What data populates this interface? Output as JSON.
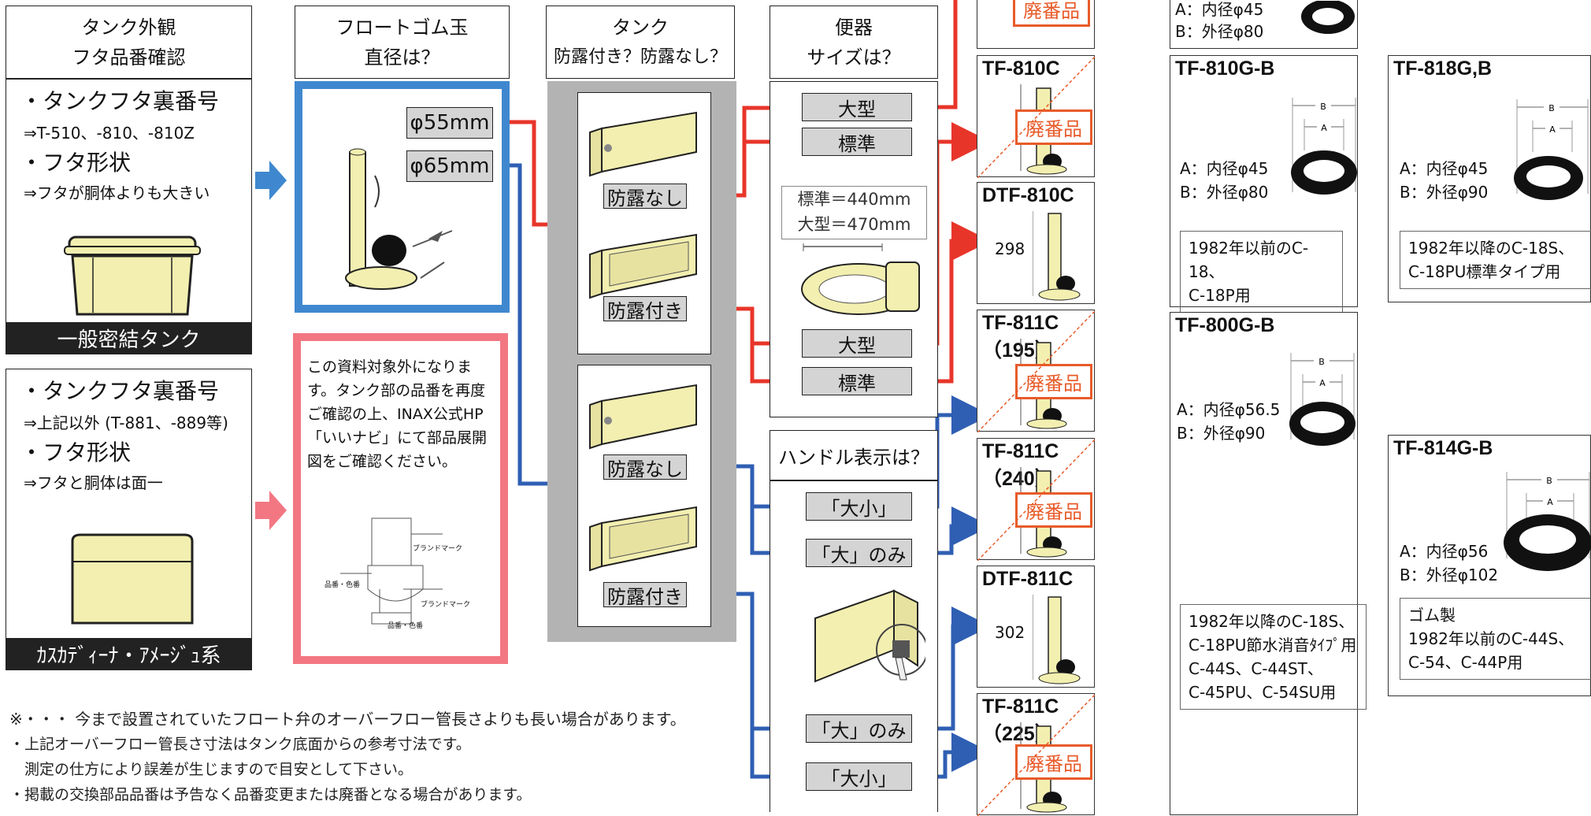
{
  "col1": {
    "header": [
      "タンク外観",
      "フタ品番確認"
    ],
    "top": {
      "line1": "・タンクフタ裏番号",
      "line2": "⇒T-510、-810、-810Z",
      "line3": "・フタ形状",
      "line4": "⇒フタが胴体よりも大きい",
      "label": "一般密結タンク"
    },
    "bottom": {
      "line1": "・タンクフタ裏番号",
      "line2": "⇒上記以外 (T-881、-889等)",
      "line3": "・フタ形状",
      "line4": "⇒フタと胴体は面一",
      "label": "ｶｽｶﾃﾞｨｰﾅ・ｱﾒｰｼﾞｭ系"
    }
  },
  "col2": {
    "header": [
      "フロートゴム玉",
      "直径は？"
    ],
    "d55": "φ55mm",
    "d65": "φ65mm",
    "notice": "この資料対象外になります。タンク部の品番を再度ご確認の上、INAX公式HP「いいナビ」にて部品展開図をご確認ください。",
    "brand_mark_1": "ブランドマーク",
    "brand_mark_2": "ブランドマーク",
    "model_label_1": "品番・色番",
    "model_label_2": "品番・色番"
  },
  "col3": {
    "header": [
      "タンク",
      "防露付き？防露なし？"
    ],
    "no_dew_1": "防露なし",
    "dew_1": "防露付き",
    "no_dew_2": "防露なし",
    "dew_2": "防露付き"
  },
  "col4": {
    "header": [
      "便器",
      "サイズは？"
    ],
    "large_1": "大型",
    "standard_1": "標準",
    "size_std": "標準＝440mm",
    "size_large": "大型＝470mm",
    "large_2": "大型",
    "standard_2": "標準",
    "handle_header": "ハンドル表示は？",
    "daisho_1": "「大小」",
    "dai_only_1": "「大」のみ",
    "dai_only_2": "「大」のみ",
    "daisho_2": "「大小」"
  },
  "col5": {
    "items": [
      {
        "title": "",
        "haiban": "廃番品",
        "dim": ""
      },
      {
        "title": "TF-810C",
        "haiban": "廃番品",
        "dim": ""
      },
      {
        "title": "DTF-810C",
        "haiban": "",
        "dim": "298"
      },
      {
        "title": "TF-811C（195）",
        "haiban": "廃番品",
        "dim": ""
      },
      {
        "title": "TF-811C（240）",
        "haiban": "廃番品",
        "dim": ""
      },
      {
        "title": "DTF-811C",
        "haiban": "",
        "dim": "302"
      },
      {
        "title": "TF-811C（225）",
        "haiban": "廃番品",
        "dim": ""
      }
    ]
  },
  "col6": {
    "top": {
      "a": "A：内径φ45",
      "b": "B：外径φ80"
    },
    "tf810g": {
      "title": "TF-810G-B",
      "a": "A：内径φ45",
      "b": "B：外径φ80",
      "note": [
        "1982年以前のC-18、",
        "C-18P用"
      ]
    },
    "tf800g": {
      "title": "TF-800G-B",
      "a": "A：内径φ56.5",
      "b": "B：外径φ90",
      "note": [
        "1982年以降のC-18S、",
        "C-18PU節水消音ﾀｲﾌﾟ用",
        "C-44S、C-44ST、",
        "C-45PU、C-54SU用"
      ]
    }
  },
  "col7": {
    "tf818": {
      "title": "TF-818G,B",
      "a": "A：内径φ45",
      "b": "B：外径φ90",
      "note": [
        "1982年以降のC-18S、",
        "C-18PU標準タイプ用"
      ]
    },
    "tf814": {
      "title": "TF-814G-B",
      "a": "A：内径φ56",
      "b": "B：外径φ102",
      "note": [
        "ゴム製",
        "1982年以前のC-44S、",
        "C-54、C-44P用"
      ]
    }
  },
  "gauge_a": "A",
  "gauge_b": "B",
  "footer": [
    "※・・・ 今まで設置されていたフロート弁のオーバーフロー管長さよりも長い場合があります。",
    "・上記オーバーフロー管長さ寸法はタンク底面からの参考寸法です。",
    "　測定の仕方により誤差が生じますので目安として下さい。",
    "・掲載の交換部品品番は予告なく品番変更または廃番となる場合があります。"
  ],
  "colors": {
    "red": "#e8352a",
    "blue": "#2f5fb3",
    "panel_blue": "#3f88cf",
    "panel_pink": "#f27783",
    "tan": "#f3efb0",
    "orange": "#e85b2a"
  }
}
